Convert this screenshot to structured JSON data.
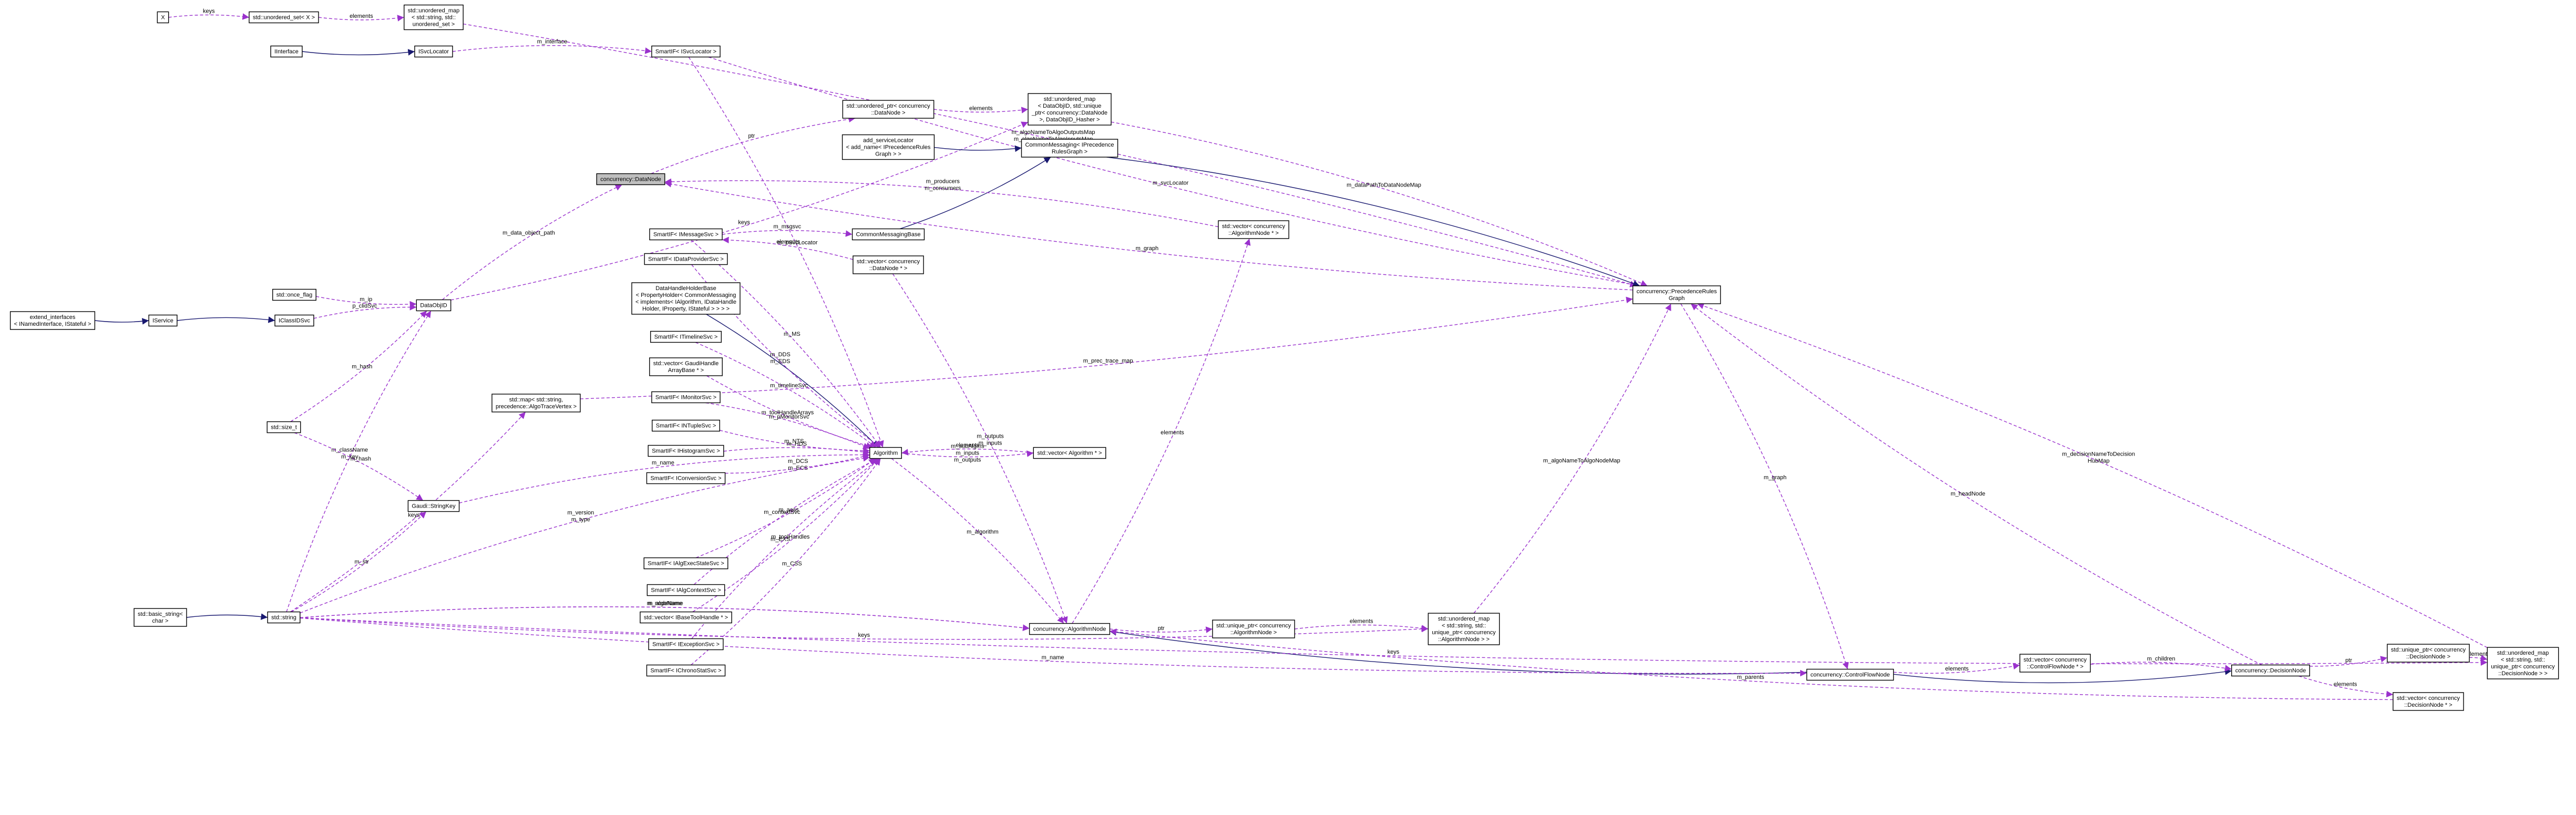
{
  "palette": {
    "composition": "#9a32cd",
    "inheritance": "#191970",
    "node_border": "#000000",
    "node_fill": "#ffffff",
    "warn_border": "#ff0000",
    "focus_fill": "#bfbfbf",
    "undoc_border": "#bfbfbf"
  },
  "nodes": [
    {
      "id": "X",
      "lines": [
        "X"
      ],
      "style": "undoc"
    },
    {
      "id": "uset",
      "lines": [
        "std::unordered_set< X >"
      ],
      "style": "normal"
    },
    {
      "id": "umap_str_uset",
      "lines": [
        "std::unordered_map",
        "< std::string, std::",
        "unordered_set >"
      ],
      "style": "normal"
    },
    {
      "id": "IInterface",
      "lines": [
        "IInterface"
      ],
      "style": "normal"
    },
    {
      "id": "ISvcLocator",
      "lines": [
        "ISvcLocator"
      ],
      "style": "normal"
    },
    {
      "id": "sp_svcloc",
      "lines": [
        "SmartIF< ISvcLocator >"
      ],
      "style": "warn"
    },
    {
      "id": "uptr_datanode",
      "lines": [
        "std::unordered_ptr< concurrency",
        "::DataNode >"
      ],
      "style": "normal"
    },
    {
      "id": "umap_dataobj",
      "lines": [
        "std::unordered_map",
        "< DataObjID, std::unique",
        "_ptr< concurrency::DataNode",
        ">, DataObjID_Hasher >"
      ],
      "style": "normal"
    },
    {
      "id": "add_svcloc",
      "lines": [
        "add_serviceLocator",
        "< add_name< IPrecedenceRules",
        "Graph > >"
      ],
      "style": "undoc"
    },
    {
      "id": "cm_iprg",
      "lines": [
        "CommonMessaging< IPrecedence",
        "RulesGraph >"
      ],
      "style": "normal"
    },
    {
      "id": "DataNode",
      "lines": [
        "concurrency::DataNode"
      ],
      "style": "focus"
    },
    {
      "id": "sp_msgsvc",
      "lines": [
        "SmartIF< IMessageSvc >"
      ],
      "style": "warn"
    },
    {
      "id": "cmbase",
      "lines": [
        "CommonMessagingBase"
      ],
      "style": "normal"
    },
    {
      "id": "vec_algnode",
      "lines": [
        "std::vector< concurrency",
        "::AlgorithmNode * >"
      ],
      "style": "normal"
    },
    {
      "id": "sp_dpsvc",
      "lines": [
        "SmartIF< IDataProviderSvc >"
      ],
      "style": "warn"
    },
    {
      "id": "vec_datanode",
      "lines": [
        "std::vector< concurrency",
        "::DataNode * >"
      ],
      "style": "normal"
    },
    {
      "id": "PRG",
      "lines": [
        "concurrency::PrecedenceRules",
        "Graph"
      ],
      "style": "normal"
    },
    {
      "id": "dhhb",
      "lines": [
        "DataHandleHolderBase",
        "< PropertyHolder< CommonMessaging",
        "< implements< IAlgorithm, IDataHandle",
        "Holder, IProperty, IStateful > > > >"
      ],
      "style": "warn"
    },
    {
      "id": "extend_if",
      "lines": [
        "extend_interfaces",
        "< INamedInterface, IStateful >"
      ],
      "style": "warn"
    },
    {
      "id": "IService",
      "lines": [
        "IService"
      ],
      "style": "normal"
    },
    {
      "id": "onceflag",
      "lines": [
        "std::once_flag"
      ],
      "style": "normal"
    },
    {
      "id": "IClassIDSvc",
      "lines": [
        "IClassIDSvc"
      ],
      "style": "normal"
    },
    {
      "id": "DataObjID",
      "lines": [
        "DataObjID"
      ],
      "style": "normal"
    },
    {
      "id": "sp_timeline",
      "lines": [
        "SmartIF< ITimelineSvc >"
      ],
      "style": "warn"
    },
    {
      "id": "vec_gaudihandle",
      "lines": [
        "std::vector< GaudiHandle",
        "ArrayBase * >"
      ],
      "style": "warn"
    },
    {
      "id": "sp_monitor",
      "lines": [
        "SmartIF< IMonitorSvc >"
      ],
      "style": "warn"
    },
    {
      "id": "map_algtrace",
      "lines": [
        "std::map< std::string,",
        "precedence::AlgoTraceVertex >"
      ],
      "style": "normal"
    },
    {
      "id": "size_t",
      "lines": [
        "std::size_t"
      ],
      "style": "normal"
    },
    {
      "id": "sp_ntuple",
      "lines": [
        "SmartIF< INTupleSvc >"
      ],
      "style": "warn"
    },
    {
      "id": "Algorithm",
      "lines": [
        "Algorithm"
      ],
      "style": "warn"
    },
    {
      "id": "vec_algptr",
      "lines": [
        "std::vector< Algorithm * >"
      ],
      "style": "normal"
    },
    {
      "id": "sp_histo",
      "lines": [
        "SmartIF< IHistogramSvc >"
      ],
      "style": "warn"
    },
    {
      "id": "sp_conv",
      "lines": [
        "SmartIF< IConversionSvc >"
      ],
      "style": "warn"
    },
    {
      "id": "strkey",
      "lines": [
        "Gaudi::StringKey"
      ],
      "style": "normal"
    },
    {
      "id": "sp_algexec",
      "lines": [
        "SmartIF< IAlgExecStateSvc >"
      ],
      "style": "warn"
    },
    {
      "id": "sp_algctx",
      "lines": [
        "SmartIF< IAlgContextSvc >"
      ],
      "style": "warn"
    },
    {
      "id": "basic_string",
      "lines": [
        "std::basic_string<",
        "char >"
      ],
      "style": "normal"
    },
    {
      "id": "string",
      "lines": [
        "std::string"
      ],
      "style": "normal"
    },
    {
      "id": "vec_basetool",
      "lines": [
        "std::vector< IBaseToolHandle * >"
      ],
      "style": "warn"
    },
    {
      "id": "sp_exception",
      "lines": [
        "SmartIF< IExceptionSvc >"
      ],
      "style": "warn"
    },
    {
      "id": "sp_chrono",
      "lines": [
        "SmartIF< IChronoStatSvc >"
      ],
      "style": "warn"
    },
    {
      "id": "AlgorithmNode",
      "lines": [
        "concurrency::AlgorithmNode"
      ],
      "style": "normal"
    },
    {
      "id": "uptr_algnode",
      "lines": [
        "std::unique_ptr< concurrency",
        "::AlgorithmNode >"
      ],
      "style": "normal"
    },
    {
      "id": "umap_algnode",
      "lines": [
        "std::unordered_map",
        "< std::string, std::",
        "unique_ptr< concurrency",
        "::AlgorithmNode > >"
      ],
      "style": "normal"
    },
    {
      "id": "ControlFlowNode",
      "lines": [
        "concurrency::ControlFlowNode"
      ],
      "style": "normal"
    },
    {
      "id": "vec_cfnode",
      "lines": [
        "std::vector< concurrency",
        "::ControlFlowNode * >"
      ],
      "style": "normal"
    },
    {
      "id": "DecisionNode",
      "lines": [
        "concurrency::DecisionNode"
      ],
      "style": "normal"
    },
    {
      "id": "uptr_decnode",
      "lines": [
        "std::unique_ptr< concurrency",
        "::DecisionNode >"
      ],
      "style": "normal"
    },
    {
      "id": "umap_decnode",
      "lines": [
        "std::unordered_map",
        "< std::string, std::",
        "unique_ptr< concurrency",
        "::DecisionNode > >"
      ],
      "style": "normal"
    },
    {
      "id": "vec_decnode",
      "lines": [
        "std::vector< concurrency",
        "::DecisionNode * >"
      ],
      "style": "normal"
    }
  ],
  "edges": [
    {
      "from": "X",
      "to": "uset",
      "kind": "composition",
      "label": [
        "keys"
      ]
    },
    {
      "from": "uset",
      "to": "umap_str_uset",
      "kind": "composition",
      "label": [
        "elements"
      ]
    },
    {
      "from": "umap_str_uset",
      "to": "PRG",
      "kind": "composition",
      "label": [
        "m_algoNameToAlgoOutputsMap",
        "m_algoNameToAlgoInputsMap"
      ]
    },
    {
      "from": "IInterface",
      "to": "ISvcLocator",
      "kind": "inheritance",
      "label": []
    },
    {
      "from": "ISvcLocator",
      "to": "sp_svcloc",
      "kind": "composition",
      "label": [
        "m_interface"
      ]
    },
    {
      "from": "sp_svcloc",
      "to": "PRG",
      "kind": "composition",
      "label": [
        "m_svcLocator"
      ]
    },
    {
      "from": "sp_svcloc",
      "to": "Algorithm",
      "kind": "composition",
      "label": [
        "m_pSvcLocator"
      ]
    },
    {
      "from": "uptr_datanode",
      "to": "umap_dataobj",
      "kind": "composition",
      "label": [
        "elements"
      ]
    },
    {
      "from": "umap_dataobj",
      "to": "PRG",
      "kind": "composition",
      "label": [
        "m_dataPathToDataNodeMap"
      ]
    },
    {
      "from": "DataObjID",
      "to": "umap_dataobj",
      "kind": "composition",
      "label": [
        "keys"
      ]
    },
    {
      "from": "DataNode",
      "to": "uptr_datanode",
      "kind": "composition",
      "label": [
        "ptr"
      ]
    },
    {
      "from": "add_svcloc",
      "to": "cm_iprg",
      "kind": "inheritance",
      "label": []
    },
    {
      "from": "cm_iprg",
      "to": "PRG",
      "kind": "inheritance",
      "label": []
    },
    {
      "from": "cmbase",
      "to": "cm_iprg",
      "kind": "inheritance",
      "label": []
    },
    {
      "from": "PRG",
      "to": "DataNode",
      "kind": "composition",
      "label": [
        "m_graph"
      ]
    },
    {
      "from": "vec_algnode",
      "to": "DataNode",
      "kind": "composition",
      "label": [
        "m_producers",
        "m_consumers"
      ]
    },
    {
      "from": "sp_msgsvc",
      "to": "cmbase",
      "kind": "composition",
      "label": [
        "m_msgsvc"
      ]
    },
    {
      "from": "vec_datanode",
      "to": "sp_msgsvc",
      "kind": "composition",
      "label": [
        "elements"
      ]
    },
    {
      "from": "DataObjID",
      "to": "DataNode",
      "kind": "composition",
      "label": [
        "m_data_object_path"
      ]
    },
    {
      "from": "map_algtrace",
      "to": "PRG",
      "kind": "composition",
      "label": [
        "m_prec_trace_map"
      ]
    },
    {
      "from": "dhhb",
      "to": "Algorithm",
      "kind": "inheritance",
      "label": []
    },
    {
      "from": "extend_if",
      "to": "IService",
      "kind": "inheritance",
      "label": []
    },
    {
      "from": "IService",
      "to": "IClassIDSvc",
      "kind": "inheritance",
      "label": []
    },
    {
      "from": "onceflag",
      "to": "DataObjID",
      "kind": "composition",
      "label": [
        "m_ip"
      ]
    },
    {
      "from": "IClassIDSvc",
      "to": "DataObjID",
      "kind": "composition",
      "label": [
        "p_clidSvc"
      ]
    },
    {
      "from": "size_t",
      "to": "DataObjID",
      "kind": "composition",
      "label": [
        "m_hash"
      ]
    },
    {
      "from": "string",
      "to": "DataObjID",
      "kind": "composition",
      "label": [
        "m_className",
        "m_key"
      ]
    },
    {
      "from": "string",
      "to": "map_algtrace",
      "kind": "composition",
      "label": [
        "keys"
      ]
    },
    {
      "from": "size_t",
      "to": "strkey",
      "kind": "composition",
      "label": [
        "m_hash"
      ]
    },
    {
      "from": "string",
      "to": "strkey",
      "kind": "composition",
      "label": [
        "m_str"
      ]
    },
    {
      "from": "sp_msgsvc",
      "to": "Algorithm",
      "kind": "composition",
      "label": [
        "m_MS"
      ]
    },
    {
      "from": "sp_dpsvc",
      "to": "Algorithm",
      "kind": "composition",
      "label": [
        "m_DDS",
        "m_EDS"
      ]
    },
    {
      "from": "sp_timeline",
      "to": "Algorithm",
      "kind": "composition",
      "label": [
        "m_timelineSvc"
      ]
    },
    {
      "from": "vec_gaudihandle",
      "to": "Algorithm",
      "kind": "composition",
      "label": [
        "m_toolHandleArrays"
      ]
    },
    {
      "from": "sp_monitor",
      "to": "Algorithm",
      "kind": "composition",
      "label": [
        "m_pMonitorSvc"
      ]
    },
    {
      "from": "sp_ntuple",
      "to": "Algorithm",
      "kind": "composition",
      "label": [
        "m_NTS"
      ]
    },
    {
      "from": "sp_histo",
      "to": "Algorithm",
      "kind": "composition",
      "label": [
        "m_HDS"
      ]
    },
    {
      "from": "sp_conv",
      "to": "Algorithm",
      "kind": "composition",
      "label": [
        "m_DCS",
        "m_ECS"
      ]
    },
    {
      "from": "strkey",
      "to": "Algorithm",
      "kind": "composition",
      "label": [
        "m_name"
      ]
    },
    {
      "from": "vec_algptr",
      "to": "Algorithm",
      "kind": "composition",
      "label": [
        "elements"
      ]
    },
    {
      "from": "string",
      "to": "Algorithm",
      "kind": "composition",
      "label": [
        "m_version",
        "m_type"
      ]
    },
    {
      "from": "sp_algexec",
      "to": "Algorithm",
      "kind": "composition",
      "label": [
        "m_aess"
      ]
    },
    {
      "from": "sp_algctx",
      "to": "Algorithm",
      "kind": "composition",
      "label": [
        "m_contextSvc"
      ]
    },
    {
      "from": "vec_basetool",
      "to": "Algorithm",
      "kind": "composition",
      "label": [
        "m_toolHandles"
      ]
    },
    {
      "from": "sp_exception",
      "to": "Algorithm",
      "kind": "composition",
      "label": [
        "m_EXS"
      ]
    },
    {
      "from": "sp_chrono",
      "to": "Algorithm",
      "kind": "composition",
      "label": [
        "m_CSS"
      ]
    },
    {
      "from": "basic_string",
      "to": "string",
      "kind": "inheritance",
      "label": []
    },
    {
      "from": "Algorithm",
      "to": "vec_algptr",
      "kind": "composition",
      "label": [
        "m_subAlgms",
        "m_inputs",
        "m_outputs"
      ]
    },
    {
      "from": "Algorithm",
      "to": "AlgorithmNode",
      "kind": "composition",
      "label": [
        "m_algorithm"
      ]
    },
    {
      "from": "AlgorithmNode",
      "to": "vec_algnode",
      "kind": "composition",
      "label": [
        "elements"
      ]
    },
    {
      "from": "vec_datanode",
      "to": "AlgorithmNode",
      "kind": "composition",
      "label": [
        "m_outputs",
        "m_inputs"
      ]
    },
    {
      "from": "AlgorithmNode",
      "to": "uptr_algnode",
      "kind": "composition",
      "label": [
        "ptr"
      ]
    },
    {
      "from": "uptr_algnode",
      "to": "umap_algnode",
      "kind": "composition",
      "label": [
        "elements"
      ]
    },
    {
      "from": "umap_algnode",
      "to": "PRG",
      "kind": "composition",
      "label": [
        "m_algoNameToAlgoNodeMap"
      ]
    },
    {
      "from": "string",
      "to": "AlgorithmNode",
      "kind": "composition",
      "label": [
        "m_algoName"
      ]
    },
    {
      "from": "string",
      "to": "umap_algnode",
      "kind": "composition",
      "label": [
        "keys"
      ]
    },
    {
      "from": "ControlFlowNode",
      "to": "AlgorithmNode",
      "kind": "inheritance",
      "label": []
    },
    {
      "from": "ControlFlowNode",
      "to": "DecisionNode",
      "kind": "inheritance",
      "label": []
    },
    {
      "from": "PRG",
      "to": "ControlFlowNode",
      "kind": "composition",
      "label": [
        "m_graph"
      ]
    },
    {
      "from": "ControlFlowNode",
      "to": "vec_cfnode",
      "kind": "composition",
      "label": [
        "elements"
      ]
    },
    {
      "from": "vec_cfnode",
      "to": "DecisionNode",
      "kind": "composition",
      "label": [
        "m_children"
      ]
    },
    {
      "from": "DecisionNode",
      "to": "uptr_decnode",
      "kind": "composition",
      "label": [
        "ptr"
      ]
    },
    {
      "from": "uptr_decnode",
      "to": "umap_decnode",
      "kind": "composition",
      "label": [
        "elements"
      ]
    },
    {
      "from": "umap_decnode",
      "to": "PRG",
      "kind": "composition",
      "label": [
        "m_decisionNameToDecision",
        "HubMap"
      ]
    },
    {
      "from": "DecisionNode",
      "to": "PRG",
      "kind": "composition",
      "label": [
        "m_headNode"
      ]
    },
    {
      "from": "DecisionNode",
      "to": "vec_decnode",
      "kind": "composition",
      "label": [
        "elements"
      ]
    },
    {
      "from": "vec_decnode",
      "to": "AlgorithmNode",
      "kind": "composition",
      "label": [
        "m_parents"
      ]
    },
    {
      "from": "string",
      "to": "ControlFlowNode",
      "kind": "composition",
      "label": [
        "m_name"
      ]
    },
    {
      "from": "string",
      "to": "AlgorithmNode",
      "kind": "composition",
      "label": [
        "m_nodeName"
      ]
    },
    {
      "from": "string",
      "to": "umap_decnode",
      "kind": "composition",
      "label": [
        "keys"
      ]
    }
  ]
}
